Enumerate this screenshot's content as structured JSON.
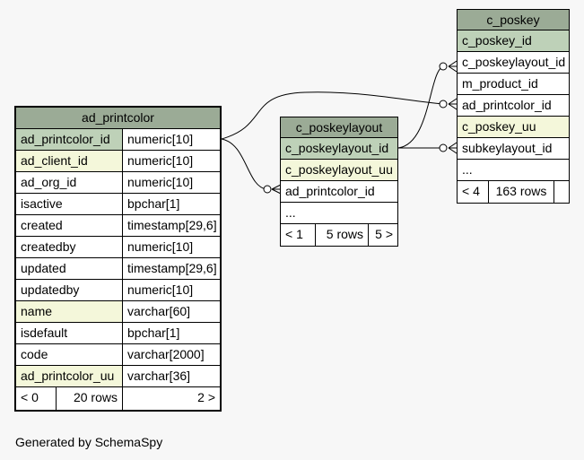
{
  "tables": {
    "ad_printcolor": {
      "name": "ad_printcolor",
      "columns": [
        {
          "name": "ad_printcolor_id",
          "type": "numeric[10]",
          "kind": "pk"
        },
        {
          "name": "ad_client_id",
          "type": "numeric[10]",
          "kind": "idx"
        },
        {
          "name": "ad_org_id",
          "type": "numeric[10]",
          "kind": "plain"
        },
        {
          "name": "isactive",
          "type": "bpchar[1]",
          "kind": "plain"
        },
        {
          "name": "created",
          "type": "timestamp[29,6]",
          "kind": "plain"
        },
        {
          "name": "createdby",
          "type": "numeric[10]",
          "kind": "plain"
        },
        {
          "name": "updated",
          "type": "timestamp[29,6]",
          "kind": "plain"
        },
        {
          "name": "updatedby",
          "type": "numeric[10]",
          "kind": "plain"
        },
        {
          "name": "name",
          "type": "varchar[60]",
          "kind": "idx"
        },
        {
          "name": "isdefault",
          "type": "bpchar[1]",
          "kind": "plain"
        },
        {
          "name": "code",
          "type": "varchar[2000]",
          "kind": "plain"
        },
        {
          "name": "ad_printcolor_uu",
          "type": "varchar[36]",
          "kind": "idx"
        }
      ],
      "footer": {
        "parents": "< 0",
        "rows": "20 rows",
        "children": "2 >"
      }
    },
    "c_poskeylayout": {
      "name": "c_poskeylayout",
      "columns": [
        {
          "name": "c_poskeylayout_id",
          "kind": "pk"
        },
        {
          "name": "c_poskeylayout_uu",
          "kind": "idx"
        },
        {
          "name": "ad_printcolor_id",
          "kind": "plain"
        },
        {
          "name": "...",
          "kind": "plain"
        }
      ],
      "footer": {
        "parents": "< 1",
        "rows": "5 rows",
        "children": "5 >"
      }
    },
    "c_poskey": {
      "name": "c_poskey",
      "columns": [
        {
          "name": "c_poskey_id",
          "kind": "pk"
        },
        {
          "name": "c_poskeylayout_id",
          "kind": "plain"
        },
        {
          "name": "m_product_id",
          "kind": "plain"
        },
        {
          "name": "ad_printcolor_id",
          "kind": "plain"
        },
        {
          "name": "c_poskey_uu",
          "kind": "idx"
        },
        {
          "name": "subkeylayout_id",
          "kind": "plain"
        },
        {
          "name": "...",
          "kind": "plain"
        }
      ],
      "footer": {
        "parents": "< 4",
        "rows": "163 rows"
      }
    }
  },
  "footer_note": "Generated by SchemaSpy",
  "colors": {
    "header": "#9bab96",
    "primary_key": "#bed1b8",
    "indexed": "#f4f7da",
    "background": "#f7f7f7"
  }
}
